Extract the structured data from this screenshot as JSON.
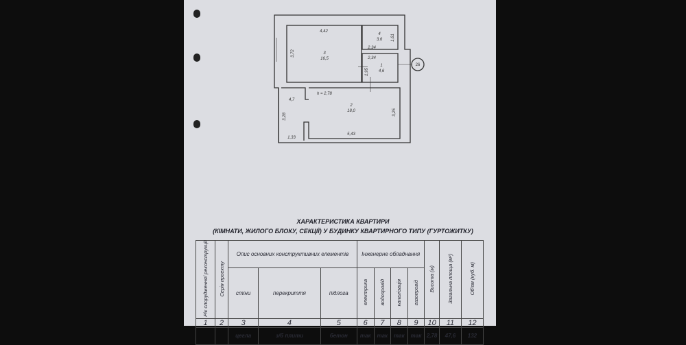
{
  "plan": {
    "rooms": [
      {
        "number": "3",
        "area": "16,5"
      },
      {
        "number": "4",
        "area": "3,6"
      },
      {
        "number": "1",
        "area": "4,6"
      },
      {
        "number": "2",
        "area": "18,0"
      }
    ],
    "dimensions": [
      "4,42",
      "3,72",
      "1,61",
      "2,34",
      "2,34",
      "1,95",
      "3,25",
      "3,28",
      "5,43",
      "1,33",
      "4,7"
    ],
    "height_label": "h = 2,78",
    "apartment_number": "26"
  },
  "title": {
    "line1": "ХАРАКТЕРИСТИКА КВАРТИРИ",
    "line2": "(КІМНАТИ, ЖИЛОГО БЛОКУ, СЕКЦІЇ) У БУДИНКУ КВАРТИРНОГО ТИПУ (ГУРТОЖИТКУ)"
  },
  "table": {
    "headers": {
      "year": "Рік спорудження/ реконструкції",
      "series": "Серія проекту",
      "construction": "Опис основних конструктивних елементів",
      "walls": "стіни",
      "floors_ceiling": "перекриття",
      "floor": "підлога",
      "engineering": "Інженерне обладнання",
      "electric": "електрика",
      "water": "водопровід",
      "sewer": "каналізація",
      "gas": "газопровід",
      "height": "Висота (м)",
      "area": "Загальна площа (м²)",
      "volume": "Об'єм (куб. м)"
    },
    "column_numbers": [
      "1",
      "2",
      "3",
      "4",
      "5",
      "6",
      "7",
      "8",
      "9",
      "10",
      "11",
      "12"
    ],
    "values": [
      "",
      "",
      "цегла",
      "з/б плити",
      "бетон",
      "так",
      "так",
      "так",
      "так",
      "2,78",
      "47,6",
      "132"
    ]
  }
}
